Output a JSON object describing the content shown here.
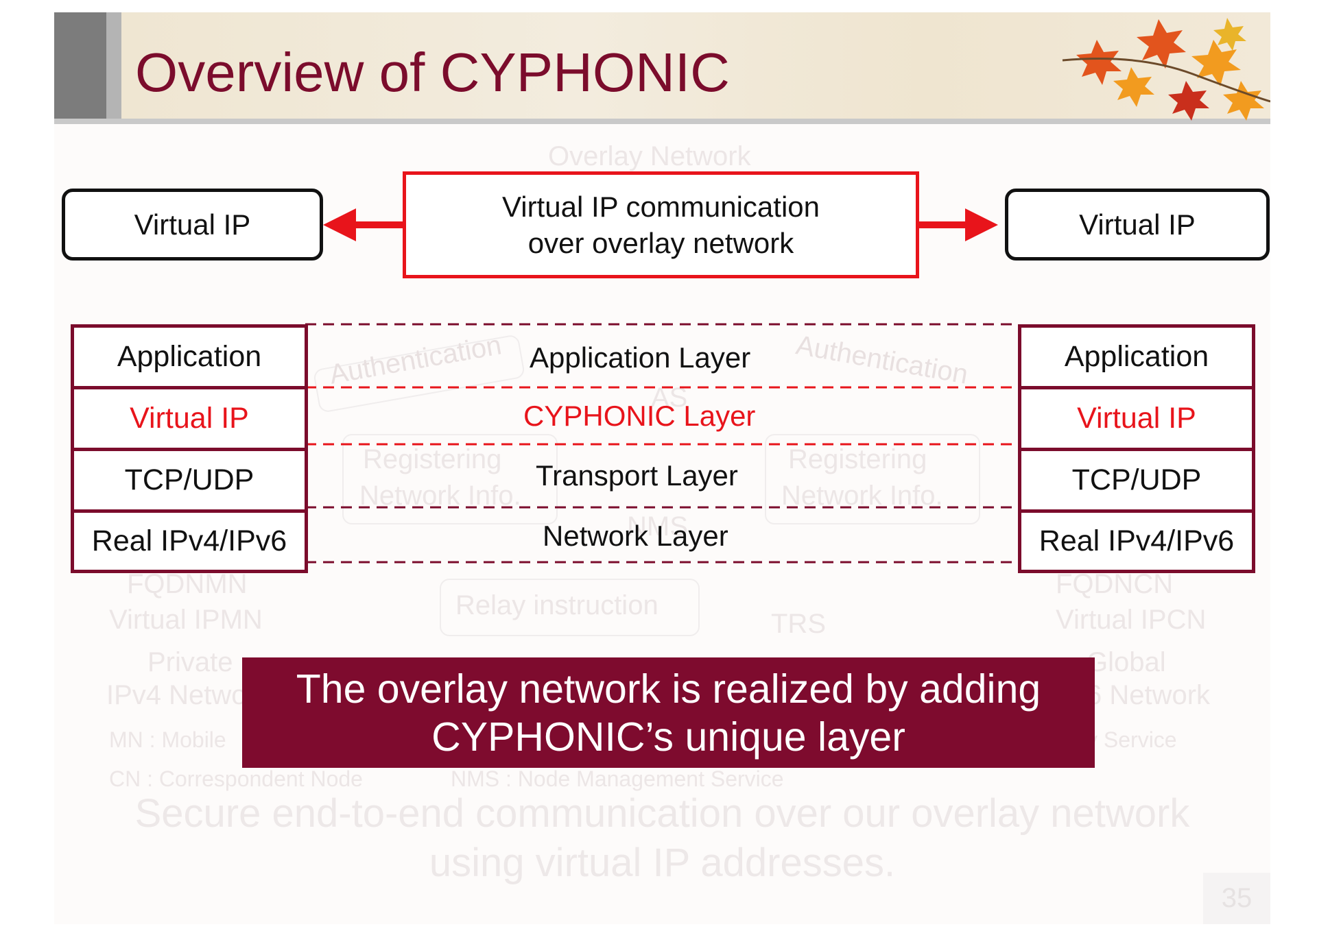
{
  "slide": {
    "title": "Overview of CYPHONIC"
  },
  "communication": {
    "left_label": "Virtual IP",
    "right_label": "Virtual IP",
    "center_line1": "Virtual IP communication",
    "center_line2": "over overlay network"
  },
  "stacks": {
    "left": [
      "Application",
      "Virtual IP",
      "TCP/UDP",
      "Real IPv4/IPv6"
    ],
    "right": [
      "Application",
      "Virtual IP",
      "TCP/UDP",
      "Real IPv4/IPv6"
    ]
  },
  "layers": [
    "Application Layer",
    "CYPHONIC Layer",
    "Transport Layer",
    "Network Layer"
  ],
  "banner": {
    "line1": "The overlay network is realized by adding",
    "line2": "CYPHONIC’s unique layer"
  },
  "faded_background": {
    "overlay_network": "Overlay Network",
    "authentication_left": "Authentication",
    "authentication_right": "Authentication",
    "as": "AS",
    "registering_left_1": "Registering",
    "registering_left_2": "Network Info.",
    "registering_right_1": "Registering",
    "registering_right_2": "Network Info.",
    "nms": "NMS",
    "relay_instruction": "Relay instruction",
    "trs": "TRS",
    "fqdn_mn": "FQDNMN",
    "virtual_ip_mn": "Virtual IPMN",
    "fqdn_cn": "FQDNCN",
    "virtual_ip_cn": "Virtual IPCN",
    "private_1": "Private",
    "private_2": "IPv4 Network",
    "global_1": "Global",
    "global_2": "6 Network",
    "mn_legend": "MN : Mobile",
    "cn_legend": "CN : Correspondent Node",
    "nms_legend": "NMS : Node Management Service",
    "service_legend": "y Service",
    "bottom_line1": "Secure end-to-end communication over our overlay network",
    "bottom_line2": "using virtual IP addresses.",
    "page_number": "35"
  },
  "colors": {
    "title": "#7b0c2c",
    "accent_red": "#e8141b",
    "maroon": "#7b0c2c",
    "banner_bg": "#7e0b2e"
  }
}
